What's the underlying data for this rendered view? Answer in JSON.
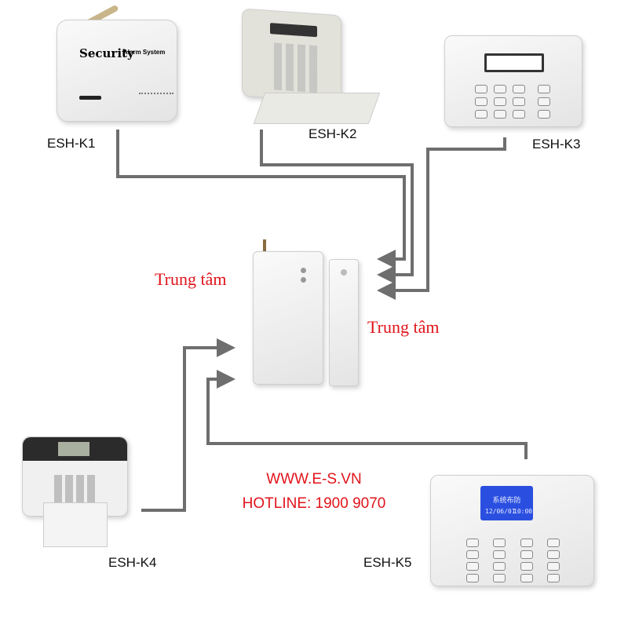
{
  "devices": [
    {
      "id": "k1",
      "label": "ESH-K1",
      "brand_text": "Security",
      "brand_sub": "Alarm System"
    },
    {
      "id": "k2",
      "label": "ESH-K2"
    },
    {
      "id": "k3",
      "label": "ESH-K3"
    },
    {
      "id": "k4",
      "label": "ESH-K4"
    },
    {
      "id": "k5",
      "label": "ESH-K5",
      "screen_title": "系统布防",
      "screen_date": "12/06/01",
      "screen_time": "10:00"
    }
  ],
  "center": {
    "label_left": "Trung tâm",
    "label_right": "Trung tâm"
  },
  "contact": {
    "website": "WWW.E-S.VN",
    "hotline": "HOTLINE: 1900 9070"
  },
  "colors": {
    "connector": "#6e6e6e",
    "accent": "#e0141b",
    "k5_screen": "#2a4fe0"
  }
}
